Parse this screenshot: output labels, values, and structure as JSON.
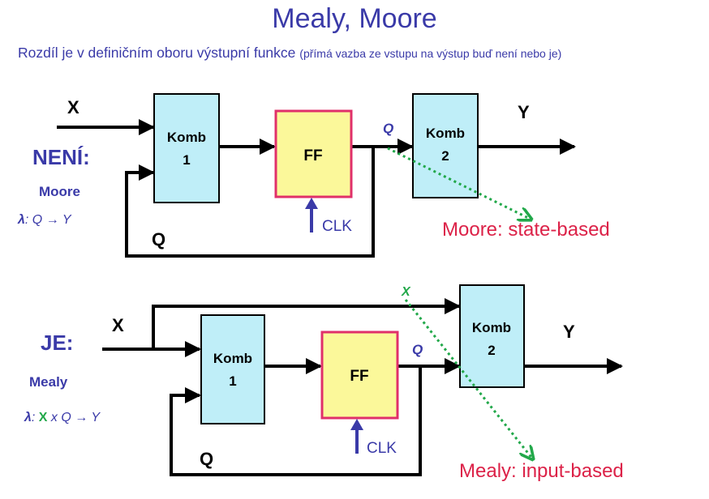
{
  "title": "Mealy, Moore",
  "subtitle": {
    "main": "Rozdíl je v definičním oboru výstupní funkce",
    "note": "(přímá vazba ze vstupu na výstup buď není nebo je)"
  },
  "colors": {
    "heading": "#3a3aa8",
    "comb_fill": "#bfeef8",
    "ff_fill": "#fbf89a",
    "ff_border": "#e0306a",
    "annotation_red": "#dc2248",
    "dotted_green": "#22a84a",
    "wire": "#000000"
  },
  "moore": {
    "heading": "NENÍ:",
    "type": "Moore",
    "lambda_prefix": "λ",
    "lambda_body": ": Q → Y",
    "input": "X",
    "output": "Y",
    "comb1": {
      "line1": "Komb",
      "line2": "1"
    },
    "ff": "FF",
    "comb2": {
      "line1": "Komb",
      "line2": "2"
    },
    "clk": "CLK",
    "state_label": "Q",
    "feedback_label": "Q",
    "annotation": "Moore: state-based"
  },
  "mealy": {
    "heading": "JE:",
    "type": "Mealy",
    "lambda_prefix": "λ",
    "lambda_x": "X",
    "lambda_body": " x Q → Y",
    "input": "X",
    "output": "Y",
    "bypass_label": "X",
    "comb1": {
      "line1": "Komb",
      "line2": "1"
    },
    "ff": "FF",
    "comb2": {
      "line1": "Komb",
      "line2": "2"
    },
    "clk": "CLK",
    "state_label": "Q",
    "feedback_label": "Q",
    "annotation": "Mealy: input-based"
  }
}
